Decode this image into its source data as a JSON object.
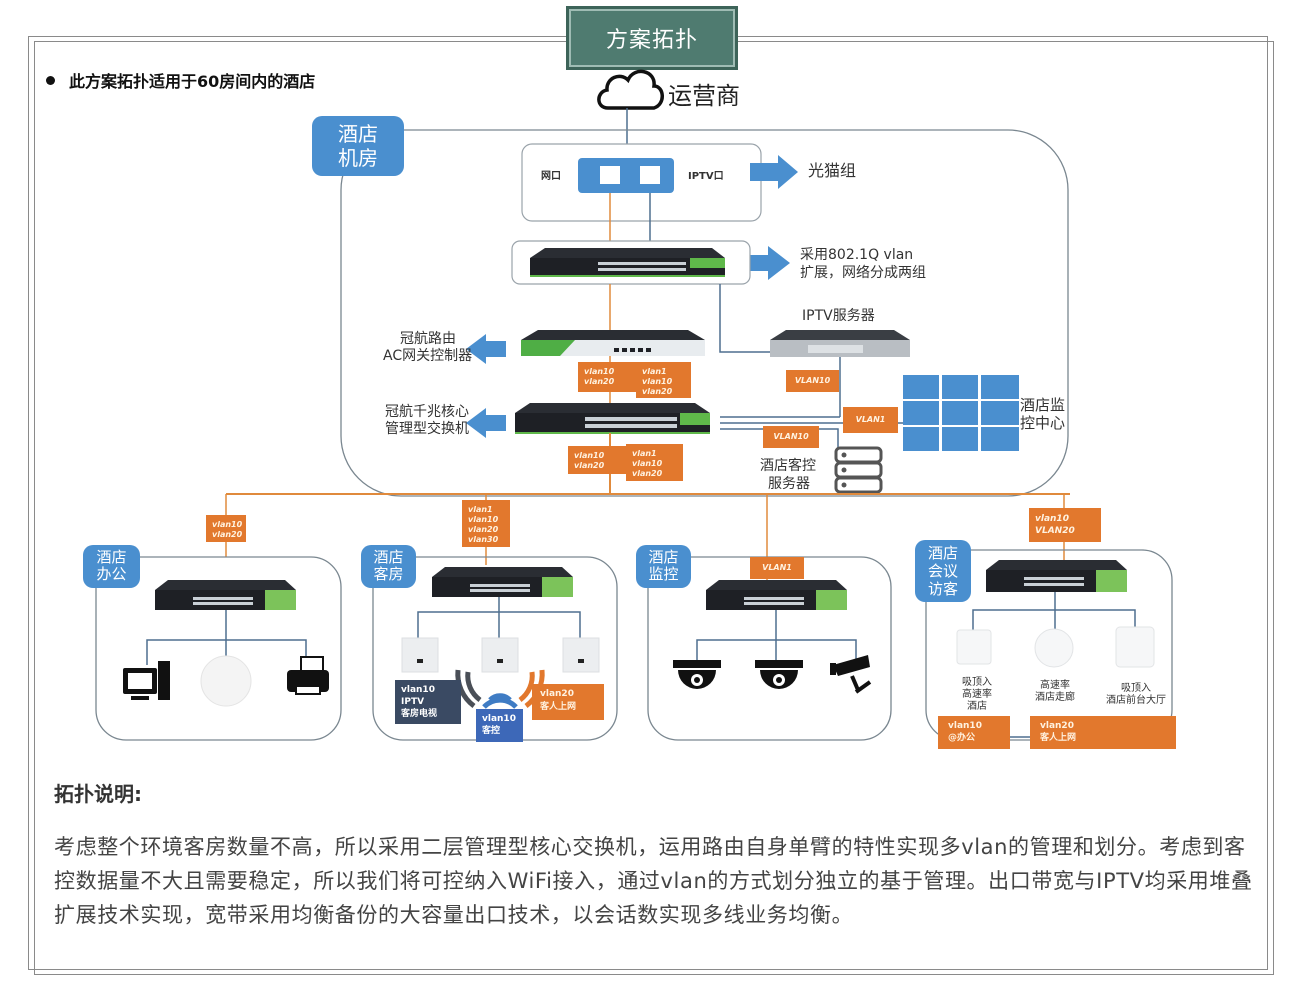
{
  "header": {
    "title": "方案拓扑",
    "bullet": "此方案拓扑适用于60房间内的酒店"
  },
  "isp": {
    "label": "运营商",
    "icon": "cloud-icon"
  },
  "server_room": {
    "tag": "酒店机房",
    "modem": {
      "port_left": "网口",
      "port_right": "IPTV口",
      "note": "光猫组"
    },
    "vlan_switch_note_line1": "采用802.1Q vlan",
    "vlan_switch_note_line2": "扩展，网络分成两组",
    "router_label_line1": "冠航路由",
    "router_label_line2": "AC网关控制器",
    "core_switch_label_line1": "冠航千兆核心",
    "core_switch_label_line2": "管理型交换机",
    "iptv_server_label": "IPTV服务器",
    "monitor_center_line1": "酒店监",
    "monitor_center_line2": "控中心",
    "room_control_server_line1": "酒店客控",
    "room_control_server_line2": "服务器",
    "tags": {
      "router_a": [
        "vlan10",
        "vlan20"
      ],
      "router_b": [
        "vlan1",
        "vlan10",
        "vlan20"
      ],
      "core_a": [
        "vlan10",
        "vlan20"
      ],
      "core_b": [
        "vlan1",
        "vlan10",
        "vlan20"
      ],
      "iptv": "VLAN10",
      "monitor": "VLAN1",
      "room_control": "VLAN10"
    }
  },
  "branches": {
    "office": {
      "tag": "酒店办公",
      "uplink_tag": [
        "vlan10",
        "vlan20"
      ]
    },
    "rooms": {
      "tag": "酒店客房",
      "uplink_tag": [
        "vlan1",
        "vlan10",
        "vlan20",
        "vlan30"
      ],
      "iptv_box": [
        "vlan10",
        "IPTV",
        "客房电视"
      ],
      "control_box": [
        "vlan10",
        "客控"
      ],
      "internet_box": [
        "vlan20",
        "客人上网"
      ]
    },
    "monitoring": {
      "tag": "酒店监控",
      "uplink_tag": "VLAN1"
    },
    "meeting": {
      "tag": "酒店会议访客",
      "uplink_tag": [
        "vlan10",
        "VLAN20"
      ],
      "ap_labels": [
        [
          "吸顶入",
          "高速率",
          "酒店"
        ],
        [
          "高速率",
          "酒店走廊"
        ],
        [
          "吸顶入",
          "酒店前台大厅"
        ]
      ],
      "office_box": [
        "vlan10",
        "@办公"
      ],
      "guest_box": [
        "vlan20",
        "客人上网"
      ]
    }
  },
  "description": {
    "title": "拓扑说明:",
    "body": "考虑整个环境客房数量不高，所以采用二层管理型核心交换机，运用路由自身单臂的特性实现多vlan的管理和划分。考虑到客控数据量不大且需要稳定，所以我们将可控纳入WiFi接入，通过vlan的方式划分独立的基于管理。出口带宽与IPTV均采用堆叠扩展技术实现，宽带采用均衡备份的大容量出口技术，以会话数实现多线业务均衡。"
  },
  "colors": {
    "title_bg": "#4f7b70",
    "zone_tag": "#4a8fcf",
    "vlan_tag": "#e2782d",
    "arrow": "#4a8fcf",
    "orange_line": "#e08a3c",
    "blue_line": "#4e6f8f"
  }
}
